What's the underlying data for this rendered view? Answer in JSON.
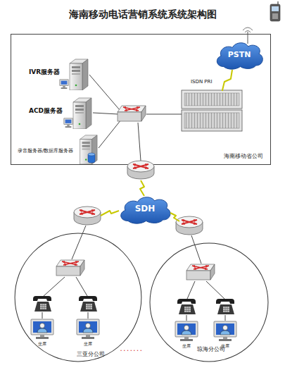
{
  "diagram": {
    "title": "海南移动电话营销系统系统架构图",
    "nodes": [
      {
        "text": [
          "海南移动省公司"
        ]
      },
      {
        "text": [
          "IVR服务器"
        ],
        "in": 0
      },
      {
        "text": [
          "ACD服务器"
        ],
        "in": 0
      },
      {
        "text": [
          "录音服务器/数据库服务器"
        ],
        "in": 0
      },
      {
        "text": [
          "PSTN"
        ],
        "in": 0
      },
      {
        "text": [
          "ISDN PRI"
        ],
        "in": 0
      },
      {
        "text": [
          "SDH"
        ]
      },
      {
        "text": [
          "三亚分公司"
        ]
      },
      {
        "text": [
          "琼海分公司"
        ]
      }
    ],
    "edges": [
      {
        "from": 4,
        "to": 5,
        "arrow": "none"
      }
    ],
    "labels": [
      "坐席",
      "坐席",
      "坐席",
      "坐席",
      "......."
    ]
  }
}
